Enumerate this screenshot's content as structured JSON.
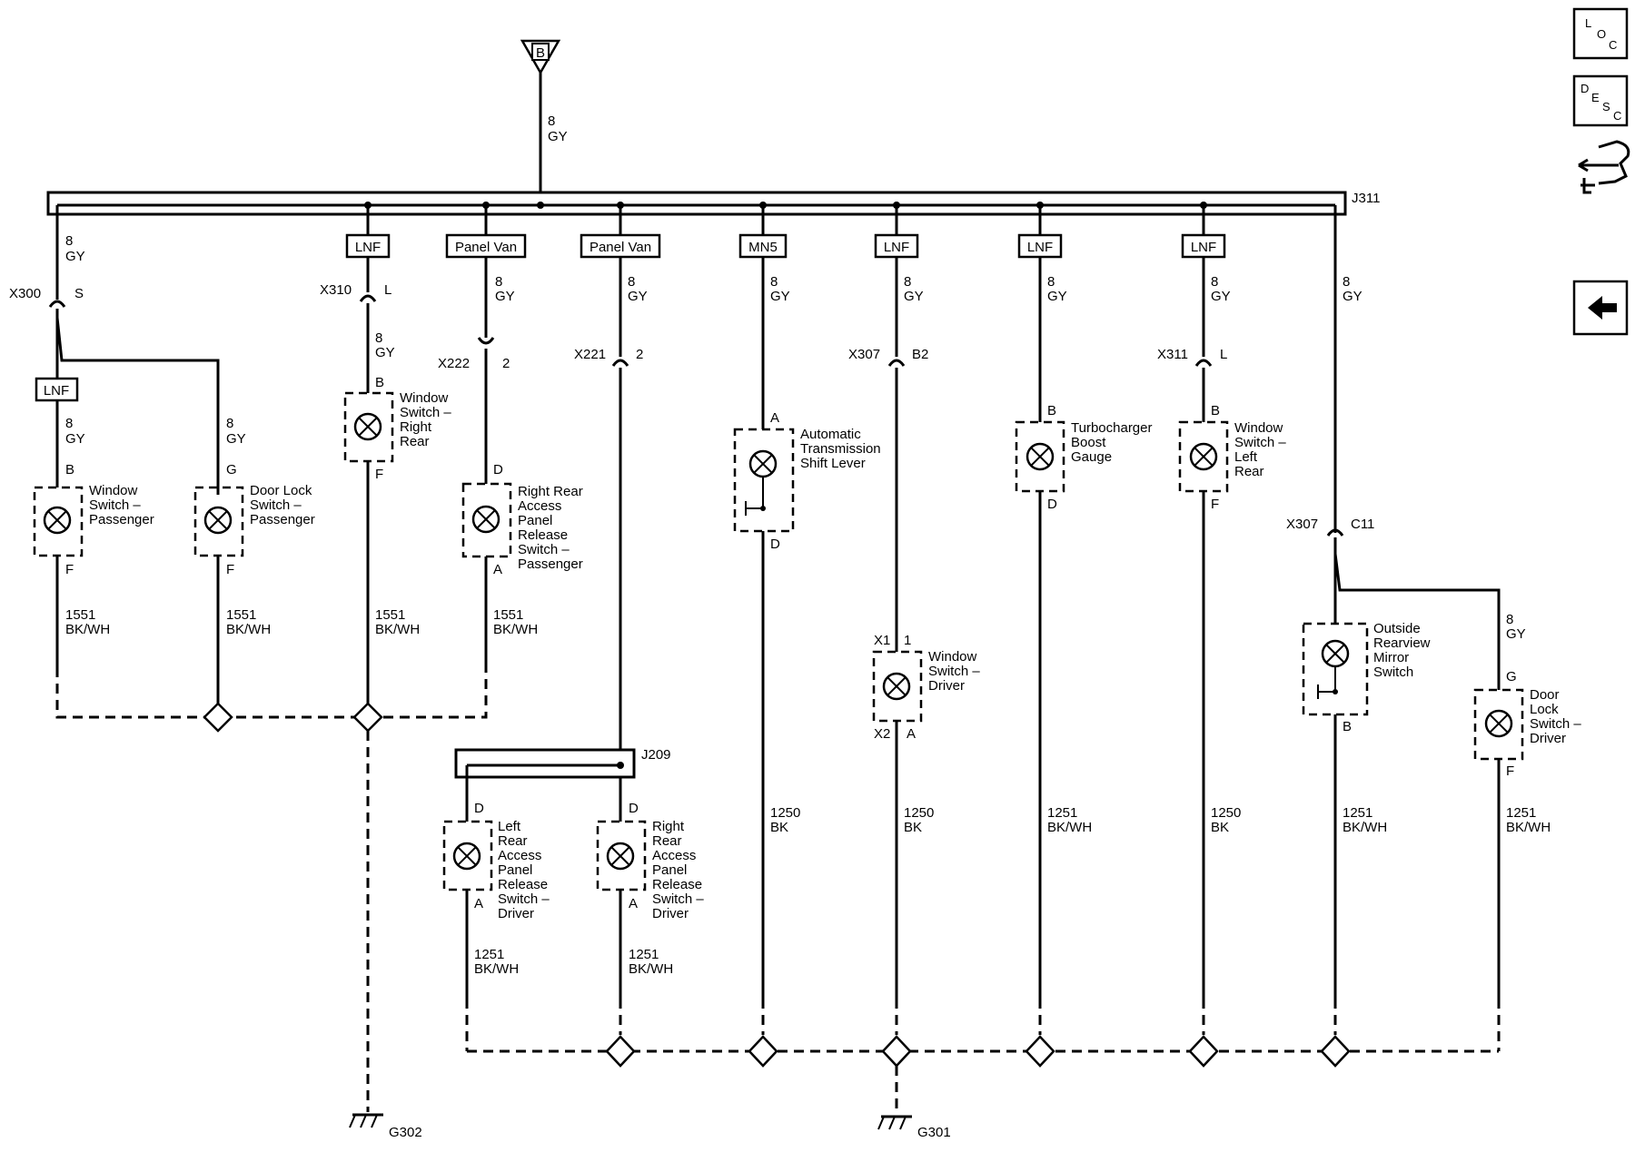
{
  "source": {
    "label": "B",
    "wire_size": "8",
    "wire_color": "GY"
  },
  "splice_top": "J311",
  "splice_mid": "J209",
  "grounds": {
    "g302": "G302",
    "g301": "G301"
  },
  "wire_8": "8",
  "wire_gy": "GY",
  "options": {
    "lnf": "LNF",
    "panel_van": "Panel Van",
    "mn5": "MN5"
  },
  "connectors": {
    "x300": "X300",
    "x300_pin": "S",
    "x310": "X310",
    "x310_pin": "L",
    "x222": "X222",
    "x222_pin": "2",
    "x221": "X221",
    "x221_pin": "2",
    "x307a": "X307",
    "x307a_pin": "B2",
    "x311": "X311",
    "x311_pin": "L",
    "x307b": "X307",
    "x307b_pin": "C11",
    "x1": "X1",
    "x1_pin": "1",
    "x2": "X2",
    "x2_pin": "A"
  },
  "pins": {
    "a": "A",
    "b": "B",
    "d": "D",
    "f": "F",
    "g": "G"
  },
  "ground_wires": {
    "c1551": "1551",
    "c1250": "1250",
    "c1251": "1251",
    "bkwh": "BK/WH",
    "bk": "BK"
  },
  "components": {
    "window_switch_passenger": [
      "Window",
      "Switch –",
      "Passenger"
    ],
    "door_lock_switch_passenger": [
      "Door Lock",
      "Switch –",
      "Passenger"
    ],
    "window_switch_right_rear": [
      "Window",
      "Switch –",
      "Right",
      "Rear"
    ],
    "right_rear_access_passenger": [
      "Right Rear",
      "Access",
      "Panel",
      "Release",
      "Switch –",
      "Passenger"
    ],
    "automatic_transmission": [
      "Automatic",
      "Transmission",
      "Shift Lever"
    ],
    "window_switch_driver": [
      "Window",
      "Switch –",
      "Driver"
    ],
    "turbocharger_boost_gauge": [
      "Turbocharger",
      "Boost",
      "Gauge"
    ],
    "window_switch_left_rear": [
      "Window",
      "Switch –",
      "Left",
      "Rear"
    ],
    "outside_rearview_mirror": [
      "Outside",
      "Rearview",
      "Mirror",
      "Switch"
    ],
    "door_lock_switch_driver": [
      "Door",
      "Lock",
      "Switch –",
      "Driver"
    ],
    "left_rear_access_driver": [
      "Left",
      "Rear",
      "Access",
      "Panel",
      "Release",
      "Switch –",
      "Driver"
    ],
    "right_rear_access_driver": [
      "Right",
      "Rear",
      "Access",
      "Panel",
      "Release",
      "Switch –",
      "Driver"
    ]
  },
  "nav": {
    "loc": [
      "L",
      "O",
      "C"
    ],
    "desc": [
      "D",
      "E",
      "S",
      "C"
    ]
  }
}
